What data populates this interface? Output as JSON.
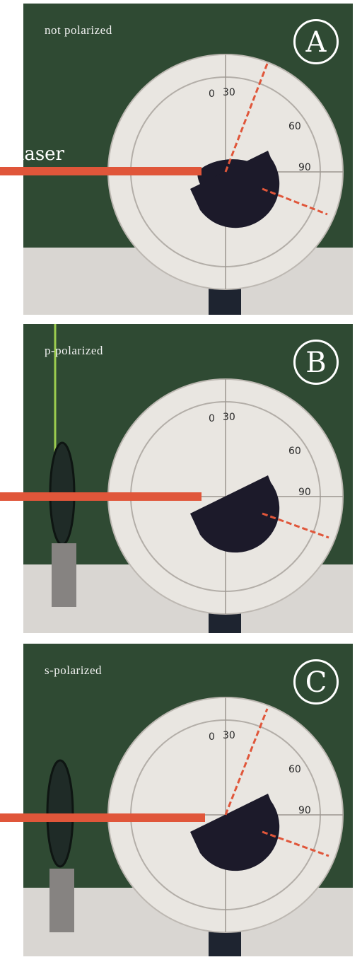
{
  "panels": [
    {
      "caption": "not polarized",
      "badge": "A"
    },
    {
      "caption": "p-polarized",
      "badge": "B"
    },
    {
      "caption": "s-polarized",
      "badge": "C"
    }
  ],
  "laser_label": "laser",
  "dial_scale": [
    "30",
    "60",
    "90"
  ],
  "colors": {
    "board": "#2f4a33",
    "dial": "#e9e6e1",
    "beam": "#e0563a",
    "half_cylinder": "#1c1a2a",
    "table": "#d9d6d2"
  }
}
